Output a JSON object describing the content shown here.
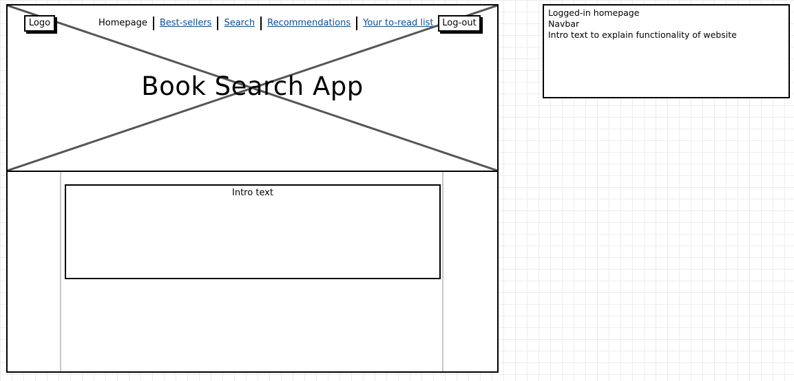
{
  "header": {
    "logo_label": "Logo",
    "logout_label": "Log-out",
    "nav": {
      "current": "Homepage",
      "links": [
        "Best-sellers",
        "Search",
        "Recommendations",
        "Your to-read list"
      ]
    },
    "app_title": "Book Search App"
  },
  "main": {
    "intro_label": "Intro text"
  },
  "annotation": {
    "lines": [
      "Logged-in homepage",
      "Navbar",
      "Intro text to explain functionality of website"
    ]
  },
  "colors": {
    "link": "#0b4c94",
    "placeholder_x": "#555555",
    "grid": "#ececec"
  }
}
